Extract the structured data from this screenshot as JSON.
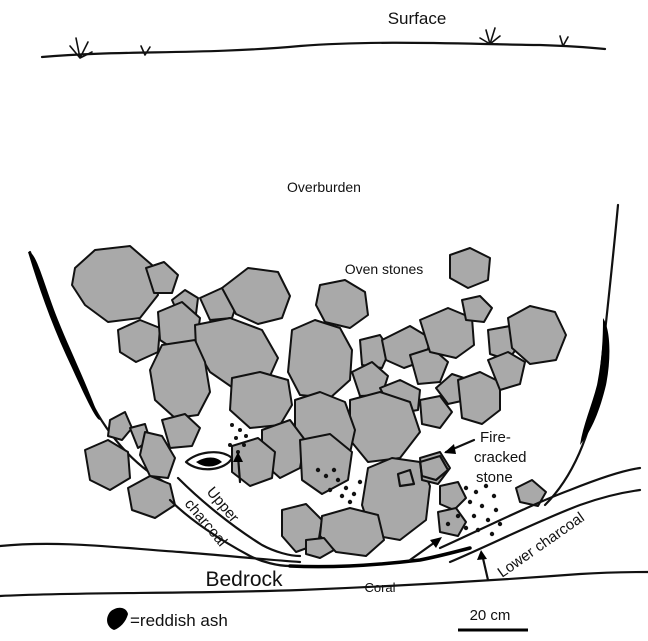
{
  "labels": {
    "surface": "Surface",
    "overburden": "Overburden",
    "oven_stones": "Oven stones",
    "fire_cracked_1": "Fire-",
    "fire_cracked_2": "cracked",
    "fire_cracked_3": "stone",
    "upper_charcoal_1": "Upper",
    "upper_charcoal_2": "charcoal",
    "lower_charcoal": "Lower charcoal",
    "bedrock": "Bedrock",
    "coral": "Coral",
    "legend_ash": "=reddish ash",
    "scale": "20 cm"
  },
  "colors": {
    "stone_fill": "#a9a9a9",
    "ink": "#111111",
    "background": "#ffffff"
  }
}
